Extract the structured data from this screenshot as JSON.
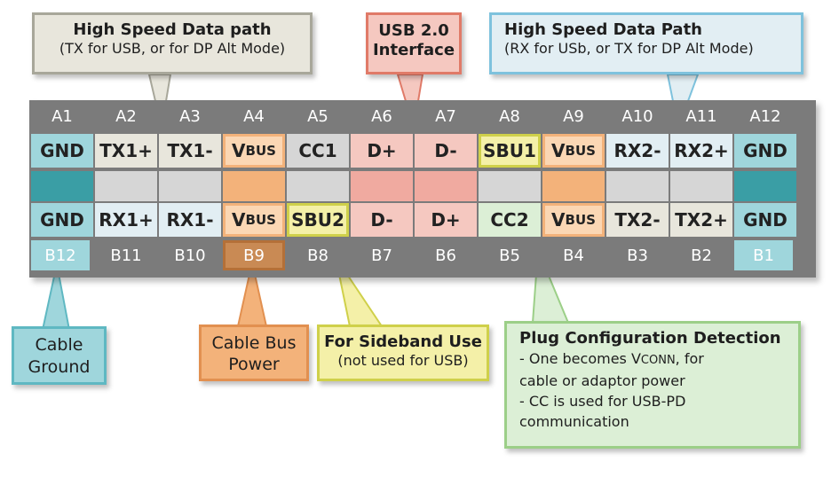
{
  "connector": {
    "top_row_pins": [
      "A1",
      "A2",
      "A3",
      "A4",
      "A5",
      "A6",
      "A7",
      "A8",
      "A9",
      "A10",
      "A11",
      "A12"
    ],
    "bottom_row_pins": [
      "B12",
      "B11",
      "B10",
      "B9",
      "B8",
      "B7",
      "B6",
      "B5",
      "B4",
      "B3",
      "B2",
      "B1"
    ],
    "top_signals": [
      {
        "main": "GND",
        "sub": ""
      },
      {
        "main": "TX1+",
        "sub": ""
      },
      {
        "main": "TX1-",
        "sub": ""
      },
      {
        "main": "V",
        "sub": "BUS"
      },
      {
        "main": "CC1",
        "sub": ""
      },
      {
        "main": "D+",
        "sub": ""
      },
      {
        "main": "D-",
        "sub": ""
      },
      {
        "main": "SBU1",
        "sub": ""
      },
      {
        "main": "V",
        "sub": "BUS"
      },
      {
        "main": "RX2-",
        "sub": ""
      },
      {
        "main": "RX2+",
        "sub": ""
      },
      {
        "main": "GND",
        "sub": ""
      }
    ],
    "bottom_signals": [
      {
        "main": "GND",
        "sub": ""
      },
      {
        "main": "RX1+",
        "sub": ""
      },
      {
        "main": "RX1-",
        "sub": ""
      },
      {
        "main": "V",
        "sub": "BUS"
      },
      {
        "main": "SBU2",
        "sub": ""
      },
      {
        "main": "D-",
        "sub": ""
      },
      {
        "main": "D+",
        "sub": ""
      },
      {
        "main": "CC2",
        "sub": ""
      },
      {
        "main": "V",
        "sub": "BUS"
      },
      {
        "main": "TX2-",
        "sub": ""
      },
      {
        "main": "TX2+",
        "sub": ""
      },
      {
        "main": "GND",
        "sub": ""
      }
    ]
  },
  "colors": {
    "ground": "#9fd6dc",
    "ground_dark": "#3a9ea5",
    "power": "#fbd7b4",
    "power_dark": "#f3b27a",
    "tx_path": "#e8e6dc",
    "rx_path": "#e2eef3",
    "usb2": "#f5c8c0",
    "usb2_dark": "#f0aaa0",
    "cc": "#dcefd6",
    "sbu": "#f4f0a8",
    "neutral_mid": "#d6d6d6"
  },
  "callouts": {
    "hs_tx": {
      "title": "High Speed Data path",
      "subtitle": "(TX for USB, or for DP Alt Mode)"
    },
    "usb2": {
      "title_line1": "USB 2.0",
      "title_line2": "Interface"
    },
    "hs_rx": {
      "title": "High Speed Data Path",
      "subtitle": "(RX for USb, or TX for DP Alt Mode)"
    },
    "cable_ground": {
      "line1": "Cable",
      "line2": "Ground"
    },
    "cable_bus_power": {
      "line1": "Cable Bus",
      "line2": "Power"
    },
    "sideband": {
      "title": "For Sideband Use",
      "subtitle": "(not used for USB)"
    },
    "plug_config": {
      "title": "Plug Configuration Detection",
      "line1_pre": "- One becomes V",
      "line1_sub": "CONN",
      "line1_post": ", for",
      "line2": "cable or adaptor power",
      "line3": "- CC is used for USB-PD",
      "line4": "communication"
    }
  }
}
